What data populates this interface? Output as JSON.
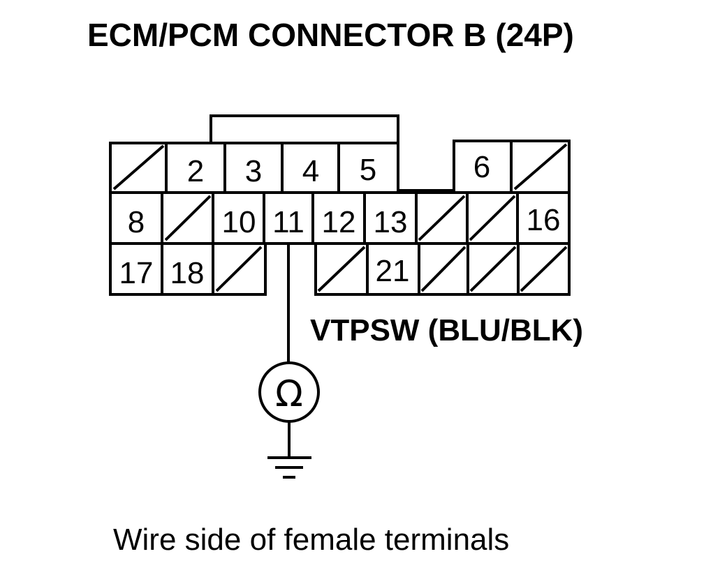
{
  "title": "ECM/PCM CONNECTOR B (24P)",
  "wire_label": "VTPSW (BLU/BLK)",
  "caption": "Wire side of female terminals",
  "meter_symbol": "Ω",
  "icons": {
    "meter": "ohmmeter-icon",
    "ground": "ground-icon"
  },
  "pins": {
    "p2": "2",
    "p3": "3",
    "p4": "4",
    "p5": "5",
    "p6": "6",
    "p8": "8",
    "p10": "10",
    "p11": "11",
    "p12": "12",
    "p13": "13",
    "p16": "16",
    "p17": "17",
    "p18": "18",
    "p21": "21"
  }
}
